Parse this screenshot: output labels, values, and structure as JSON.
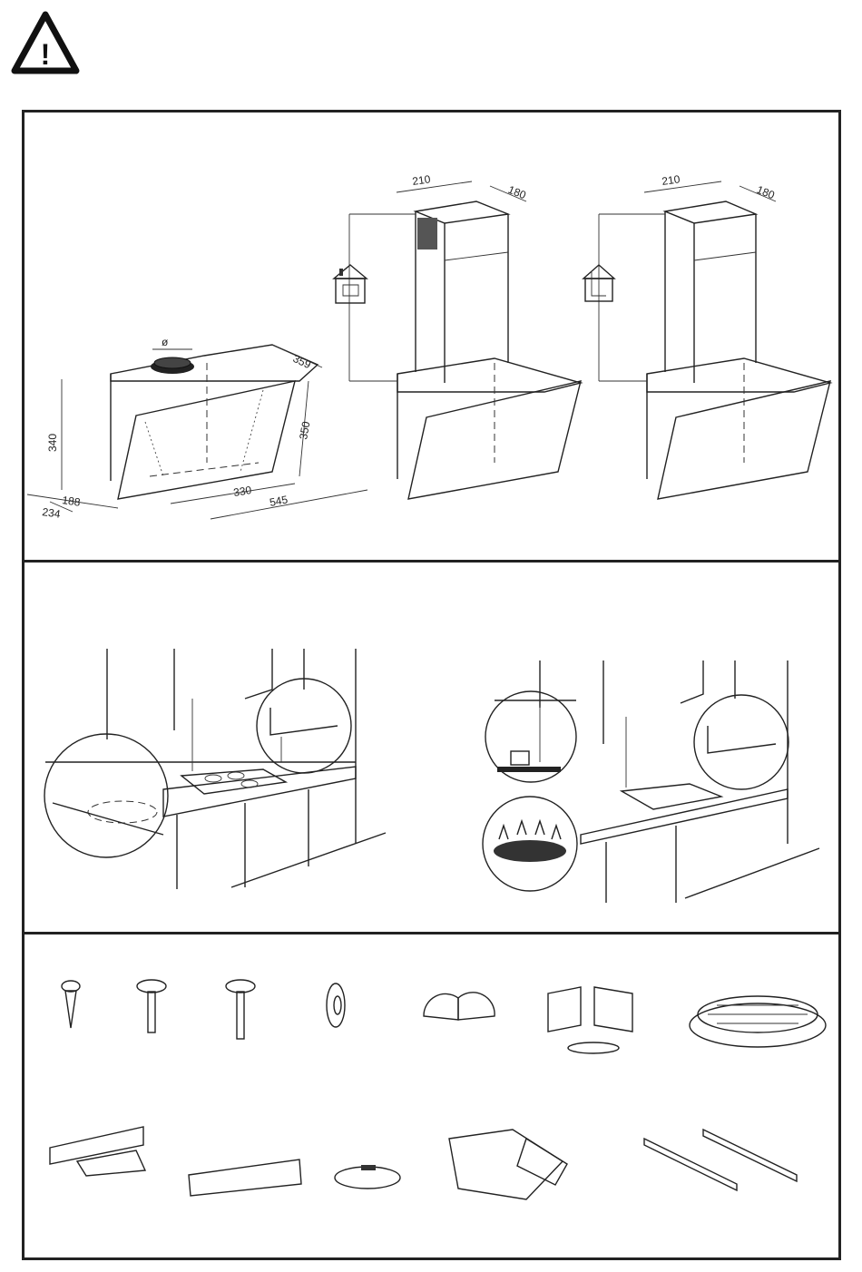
{
  "warning": {
    "icon": "warning-triangle-icon",
    "glyph": "!"
  },
  "dimensions": {
    "hood_width": "545",
    "hood_depth": "359",
    "hood_height": "340",
    "glass_height": "350",
    "inner_width": "330",
    "side_depth_a": "188",
    "side_depth_b": "234",
    "outlet_diameter": "ø",
    "chimney_width_1": "210",
    "chimney_depth_1": "180",
    "chimney_width_2": "210",
    "chimney_depth_2": "180"
  },
  "icons": {
    "extraction_mode": "house-ducted-icon",
    "recirculation_mode": "house-recirculation-icon",
    "electric_hob": "electric-hob-icon",
    "gas_hob": "gas-hob-icon"
  },
  "parts": [
    "screw-small-icon",
    "screw-washer-icon",
    "screw-washer-long-icon",
    "washer-icon",
    "valve-flaps-icon",
    "adapter-bracket-icon",
    "carbon-filter-icon",
    "wall-bracket-icon",
    "chimney-bracket-icon",
    "hose-clamp-icon",
    "template-sheet-icon",
    "rail-strips-icon"
  ]
}
